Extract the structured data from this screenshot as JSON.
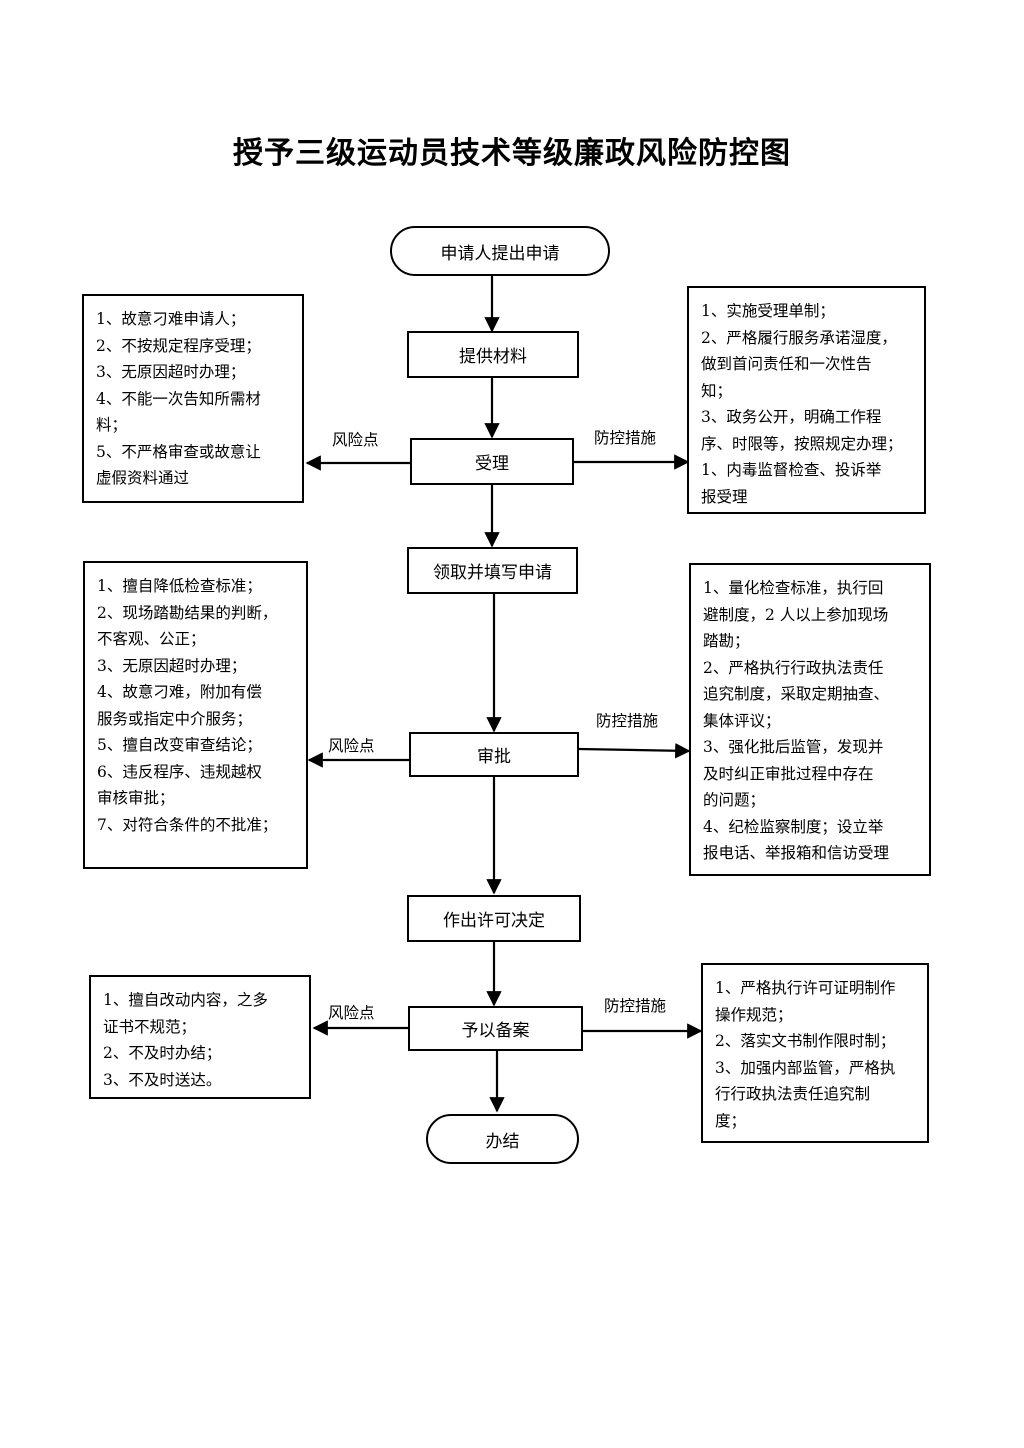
{
  "title": "授予三级运动员技术等级廉政风险防控图",
  "nodes": {
    "start": "申请人提出申请",
    "materials": "提供材料",
    "accept": "受理",
    "apply": "领取并填写申请",
    "approve": "审批",
    "decision": "作出许可决定",
    "record": "予以备案",
    "end": "办结"
  },
  "labels": {
    "risk": "风险点",
    "control": "防控措施"
  },
  "risks": {
    "accept": [
      "1、故意刁难申请人；",
      "2、不按规定程序受理；",
      "3、无原因超时办理；",
      "4、不能一次告知所需材",
      "料；",
      "5、不严格审查或故意让",
      "虚假资料通过"
    ],
    "approve": [
      "1、擅自降低检查标准；",
      "2、现场踏勘结果的判断，",
      "不客观、公正；",
      "3、无原因超时办理；",
      "4、故意刁难，附加有偿",
      "服务或指定中介服务；",
      "5、擅自改变审查结论；",
      "6、违反程序、违规越权",
      "审核审批；",
      "7、对符合条件的不批准；"
    ],
    "record": [
      "1、擅自改动内容，之多",
      "证书不规范；",
      "2、不及时办结；",
      "3、不及时送达。"
    ]
  },
  "controls": {
    "accept": [
      "1、实施受理单制；",
      "2、严格履行服务承诺湿度，",
      "做到首问责任和一次性告",
      "知；",
      "3、政务公开，明确工作程",
      "序、时限等，按照规定办理；",
      "1、内毒监督检查、投诉举",
      "报受理"
    ],
    "approve": [
      "1、量化检查标准，执行回",
      "避制度，2 人以上参加现场",
      "踏勘；",
      "2、严格执行行政执法责任",
      "追究制度，采取定期抽查、",
      "集体评议；",
      "3、强化批后监管，发现并",
      "及时纠正审批过程中存在",
      "的问题；",
      "4、纪检监察制度；设立举",
      "报电话、举报箱和信访受理"
    ],
    "record": [
      "1、严格执行许可证明制作",
      "操作规范；",
      "2、落实文书制作限时制；",
      "3、加强内部监管，严格执",
      "行行政执法责任追究制",
      "度；"
    ]
  }
}
